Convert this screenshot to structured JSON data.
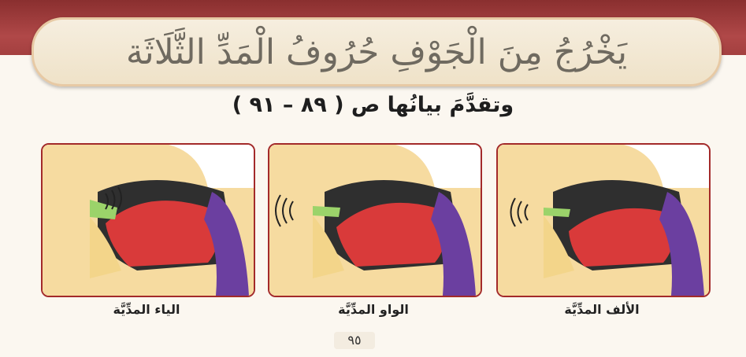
{
  "title": "يَخْرُجُ مِنَ الْجَوْفِ حُرُوفُ الْمَدِّ الثَّلَاثَة",
  "subtitle": "وتقدَّمَ بيانُها ص ( ٨٩ – ٩١ )",
  "panels": [
    {
      "caption": "الياء المدِّيَّة",
      "icon": "mouth-cross-section-ya"
    },
    {
      "caption": "الواو المدِّيَّة",
      "icon": "mouth-cross-section-waw"
    },
    {
      "caption": "الألف المدِّيَّة",
      "icon": "mouth-cross-section-alif"
    }
  ],
  "page_number": "٩٥",
  "colors": {
    "banner": "#9c3b3b",
    "panel_border": "#a32a2a",
    "tongue": "#d93a3a",
    "throat": "#6b3fa0",
    "skin": "#f3d58a",
    "airway": "#3a3a3a"
  }
}
